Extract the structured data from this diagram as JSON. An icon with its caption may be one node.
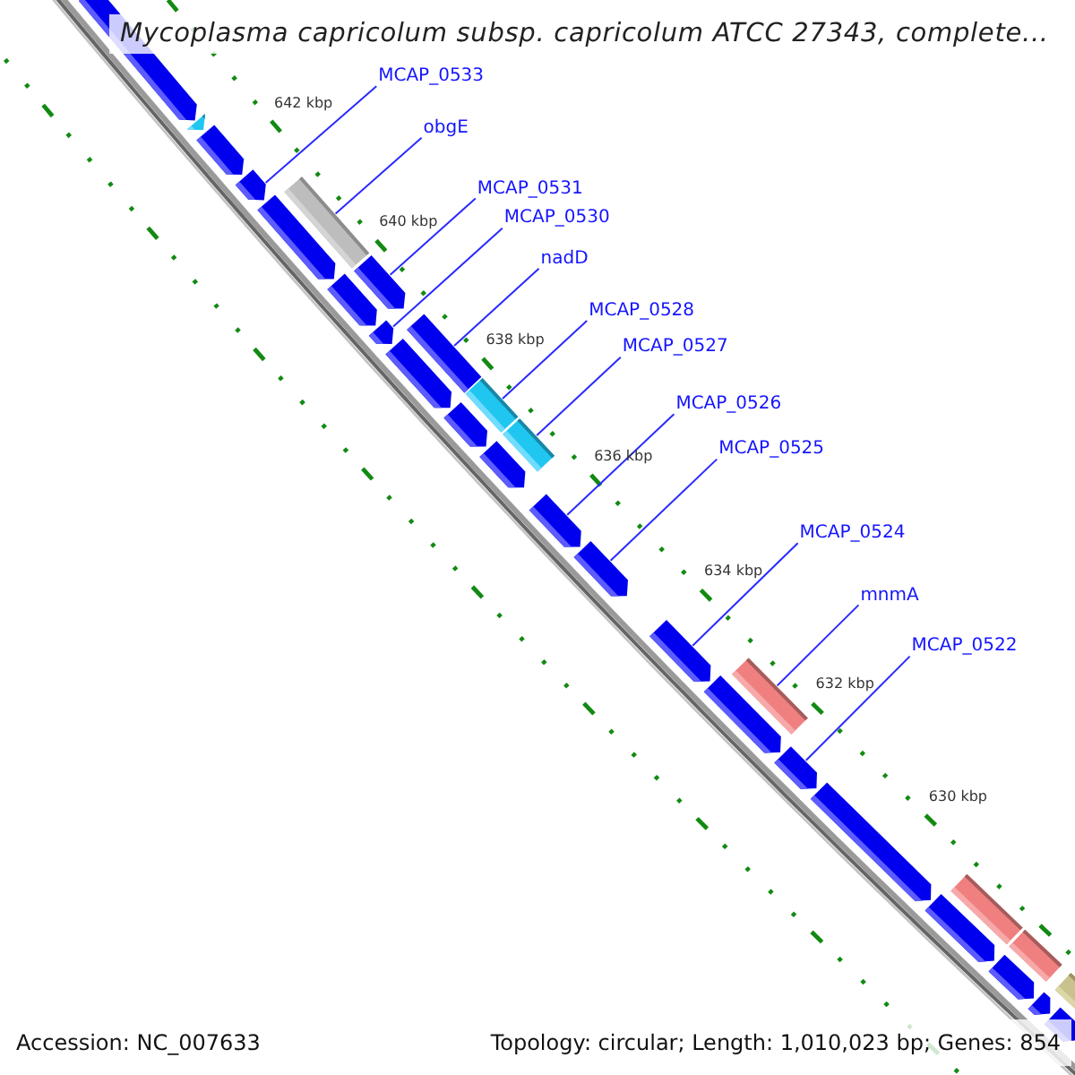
{
  "diagram": {
    "title": "Mycoplasma capricolum subsp. capricolum ATCC 27343, complete...",
    "nodes": [
      {
        "text": [
          "MCAP_0533"
        ]
      },
      {
        "text": [
          "obgE"
        ]
      },
      {
        "text": [
          "MCAP_0531"
        ]
      },
      {
        "text": [
          "MCAP_0530"
        ]
      },
      {
        "text": [
          "nadD"
        ]
      },
      {
        "text": [
          "MCAP_0528"
        ]
      },
      {
        "text": [
          "MCAP_0527"
        ]
      },
      {
        "text": [
          "MCAP_0526"
        ]
      },
      {
        "text": [
          "MCAP_0525"
        ]
      },
      {
        "text": [
          "MCAP_0524"
        ]
      },
      {
        "text": [
          "mnmA"
        ]
      },
      {
        "text": [
          "MCAP_0522"
        ]
      },
      {
        "text": [],
        "shape": "pentagon"
      },
      {
        "text": [],
        "shape": "pentagon"
      },
      {
        "text": [],
        "shape": "pentagon"
      },
      {
        "text": [],
        "shape": "pentagon"
      },
      {
        "text": [],
        "shape": "pentagon"
      },
      {
        "text": [],
        "shape": "bar"
      },
      {
        "text": [],
        "shape": "pentagon"
      },
      {
        "text": [],
        "shape": "pentagon"
      },
      {
        "text": [],
        "shape": "pentagon"
      },
      {
        "text": [],
        "shape": "bar"
      },
      {
        "text": [],
        "shape": "pentagon"
      },
      {
        "text": [],
        "shape": "bar"
      },
      {
        "text": [],
        "shape": "pentagon"
      },
      {
        "text": [],
        "shape": "bar"
      },
      {
        "text": [],
        "shape": "pentagon"
      },
      {
        "text": [],
        "shape": "pentagon"
      },
      {
        "text": [],
        "shape": "pentagon"
      },
      {
        "text": [],
        "shape": "pentagon"
      },
      {
        "text": [],
        "shape": "pentagon"
      },
      {
        "text": [],
        "shape": "bar"
      },
      {
        "text": [],
        "shape": "pentagon"
      },
      {
        "text": [],
        "shape": "pentagon"
      },
      {
        "text": [],
        "shape": "pentagon"
      },
      {
        "text": [],
        "shape": "bar"
      },
      {
        "text": [],
        "shape": "bar"
      },
      {
        "text": [],
        "shape": "pentagon"
      },
      {
        "text": [],
        "shape": "pentagon"
      },
      {
        "text": [],
        "shape": "bar"
      },
      {
        "text": [],
        "shape": "pentagon"
      }
    ],
    "edges": [
      {
        "from": 0,
        "to": 15,
        "arrow": "none"
      },
      {
        "from": 1,
        "to": 17,
        "arrow": "none"
      },
      {
        "from": 2,
        "to": 19,
        "arrow": "none"
      },
      {
        "from": 3,
        "to": 20,
        "arrow": "none"
      },
      {
        "from": 4,
        "to": 21,
        "arrow": "none"
      },
      {
        "from": 5,
        "to": 23,
        "arrow": "none"
      },
      {
        "from": 6,
        "to": 25,
        "arrow": "none"
      },
      {
        "from": 7,
        "to": 27,
        "arrow": "none"
      },
      {
        "from": 8,
        "to": 28,
        "arrow": "none"
      },
      {
        "from": 9,
        "to": 29,
        "arrow": "none"
      },
      {
        "from": 10,
        "to": 31,
        "arrow": "none"
      },
      {
        "from": 11,
        "to": 32,
        "arrow": "none"
      }
    ],
    "labels": [
      "642 kbp",
      "640 kbp",
      "638 kbp",
      "636 kbp",
      "634 kbp",
      "632 kbp",
      "630 kbp",
      "Accession: NC_007633",
      "Topology: circular; Length: 1,010,023 bp; Genes: 854"
    ]
  }
}
